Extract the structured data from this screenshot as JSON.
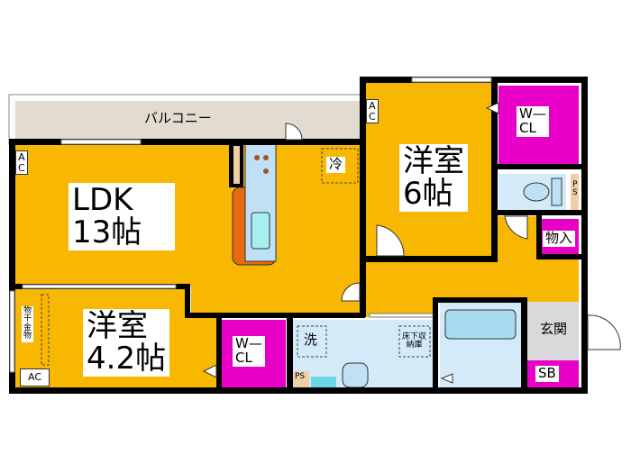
{
  "colors": {
    "room": "#f8b700",
    "closet": "#e800c8",
    "wet": "#d3eaf8",
    "balcony": "#e2dbd0",
    "entrance": "#d9d9d9",
    "wall": "#000000",
    "ps": "#f0cfa8",
    "counter": "#e86a10"
  },
  "labels": {
    "balcony": "バルコニー",
    "ldk": "LDK\n13帖",
    "bedroom1": "洋室\n4.2帖",
    "bedroom2": "洋室\n6帖",
    "wcl1": "W—\nCL",
    "wcl2": "W—\nCL",
    "storage": "物入",
    "entrance": "玄関",
    "sb": "SB",
    "ps1": "PS",
    "ps2": "P\nS",
    "washer": "洗",
    "fridge": "冷",
    "underfloor": "床下収\n納庫",
    "drying": "物\n干\n金\n物",
    "ac1": "A\nC",
    "ac2": "AC",
    "ac3": "A\nC"
  }
}
